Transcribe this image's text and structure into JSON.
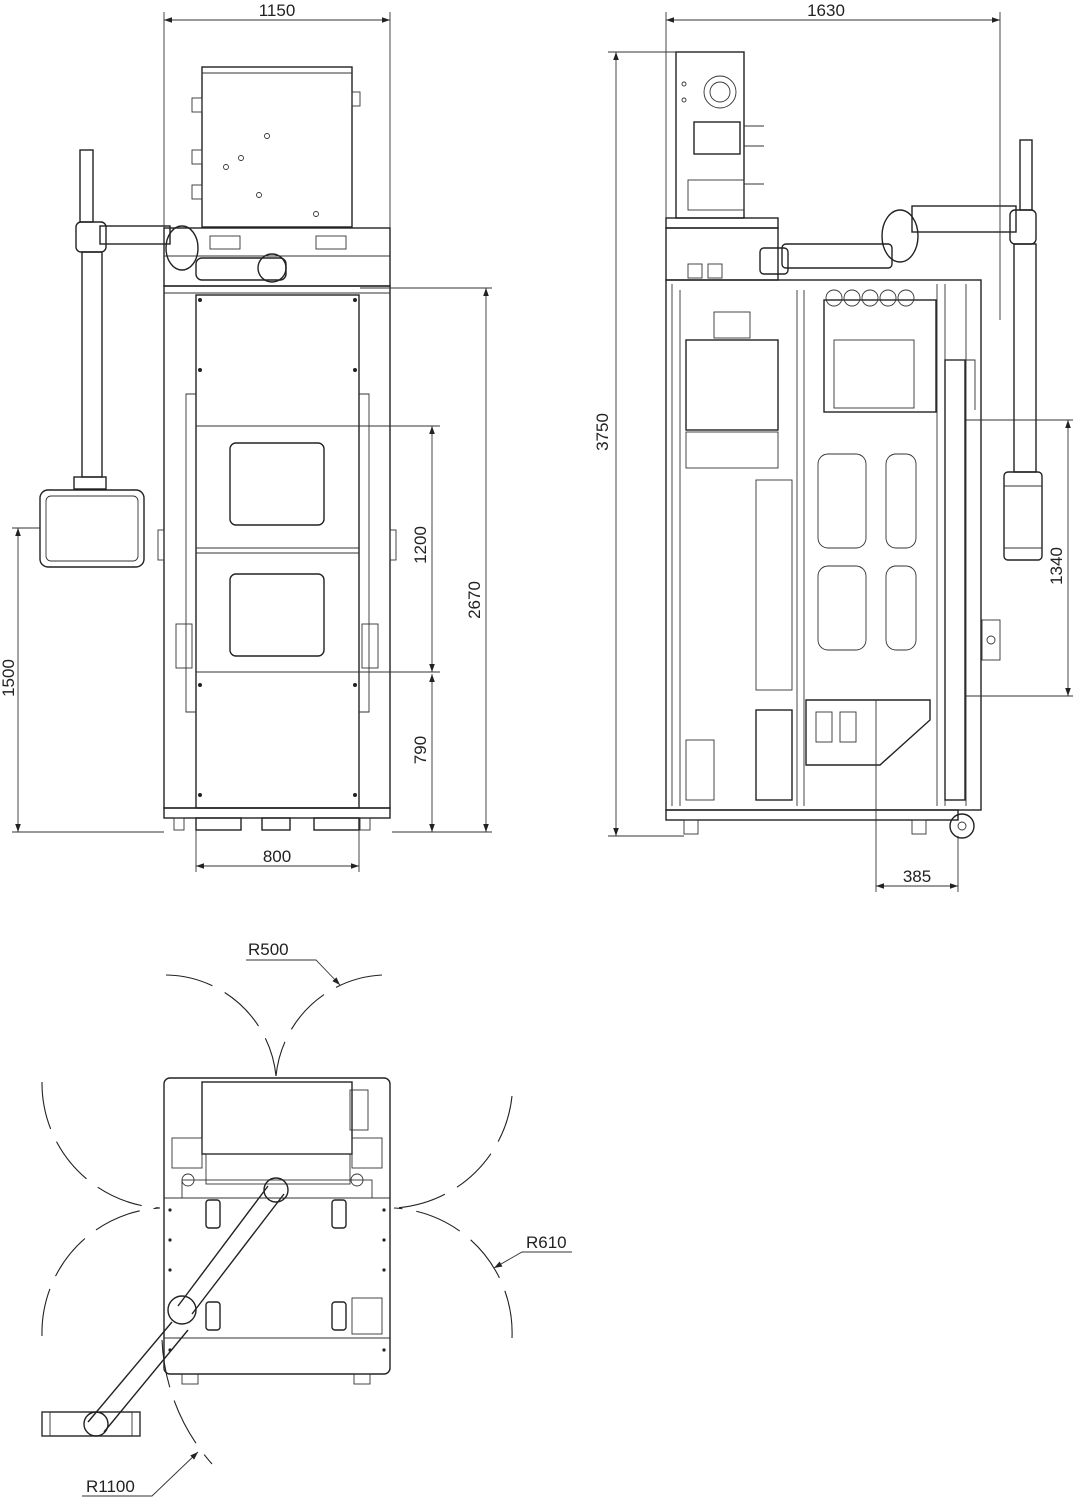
{
  "dimensions": {
    "front_width": "1150",
    "side_depth": "1630",
    "total_height": "3750",
    "cabinet_height": "2670",
    "door_height": "1200",
    "door_base_height": "790",
    "pendant_height": "1500",
    "base_width": "800",
    "side_arm_height": "1340",
    "side_offset": "385",
    "radius_top": "R500",
    "radius_side": "R610",
    "radius_arm": "R1100"
  },
  "colors": {
    "line": "#222222",
    "background": "#ffffff"
  }
}
